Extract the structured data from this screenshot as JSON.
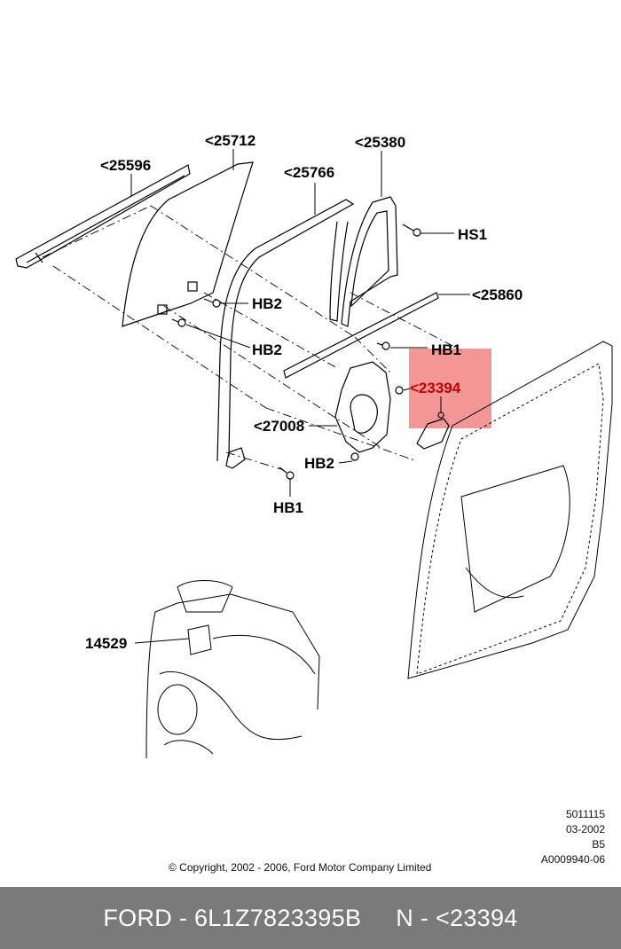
{
  "labels": {
    "p25596": "<25596",
    "p25712": "<25712",
    "p25380": "<25380",
    "p25766": "<25766",
    "hs1": "HS1",
    "p25860": "<25860",
    "hb2_a": "HB2",
    "hb2_b": "HB2",
    "hb1_a": "HB1",
    "p23394": "<23394",
    "p27008": "<27008",
    "hb2_c": "HB2",
    "hb1_b": "HB1",
    "p14529": "14529"
  },
  "highlight": {
    "part": "<23394",
    "color": "#f28b8b",
    "text_color": "#c00000"
  },
  "meta": {
    "line1": "5011115",
    "line2": "03-2002",
    "line3": "B5",
    "line4": "A0009940-06",
    "copyright": "© Copyright, 2002 - 2006, Ford Motor Company Limited"
  },
  "footer": {
    "brand": "FORD",
    "sep1": " - ",
    "part_number": "6L1Z7823395B",
    "gap": "     ",
    "ref_prefix": "N - ",
    "ref": "<23394",
    "background": "#7a7a7a"
  }
}
